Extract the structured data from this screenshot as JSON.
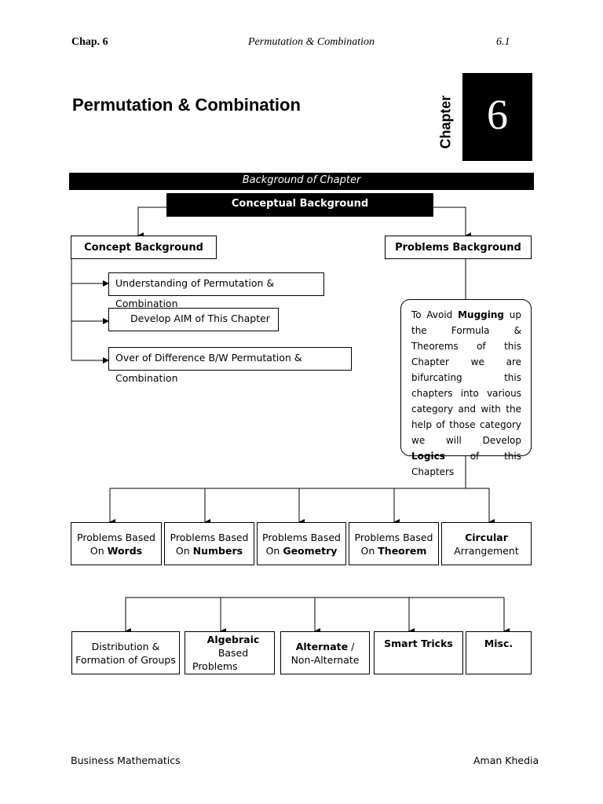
{
  "header": {
    "chapter_label": "Chap. 6",
    "subject": "Permutation & Combination",
    "page_number": "6.1"
  },
  "title": "Permutation & Combination",
  "chapter_badge": {
    "word": "Chapter",
    "number": "6"
  },
  "background_bar": "Background of Chapter",
  "conceptual_bar": "Conceptual Background",
  "concept_background": {
    "label": "Concept Background",
    "items": [
      "Understanding of Permutation & Combination",
      "Develop AIM of This Chapter",
      "Over of Difference B/W Permutation & Combination"
    ]
  },
  "problems_background": {
    "label": "Problems Background",
    "description": {
      "p1": "To Avoid ",
      "b1": "Mugging",
      "p2": " up the Formula & Theorems of this Chapter we are bifurcating this chapters into various category and with the help of those category we will Develop ",
      "b2": "Logics",
      "p3": " of this Chapters"
    }
  },
  "categories_row1": [
    {
      "pre": "Problems Based",
      "on": "On ",
      "bold": "Words",
      "post": ""
    },
    {
      "pre": "Problems Based",
      "on": "On ",
      "bold": "Numbers",
      "post": ""
    },
    {
      "pre": "Problems Based",
      "on": "On ",
      "bold": "Geometry",
      "post": ""
    },
    {
      "pre": "Problems Based",
      "on": "On ",
      "bold": "Theorem",
      "post": ""
    },
    {
      "pre": "",
      "on": "",
      "bold": "Circular",
      "post": "Arrangement"
    }
  ],
  "categories_row2": [
    {
      "line1": "Distribution &",
      "line2": "Formation of Groups"
    },
    {
      "bold": "Algebraic",
      "rest": " Based",
      "line2": "Problems"
    },
    {
      "bold": "Alternate",
      "rest": " /",
      "line2": "Non-Alternate"
    },
    {
      "bold": "Smart Tricks"
    },
    {
      "bold": "Misc."
    }
  ],
  "footer": {
    "left": "Business Mathematics",
    "right": "Aman Khedia"
  }
}
